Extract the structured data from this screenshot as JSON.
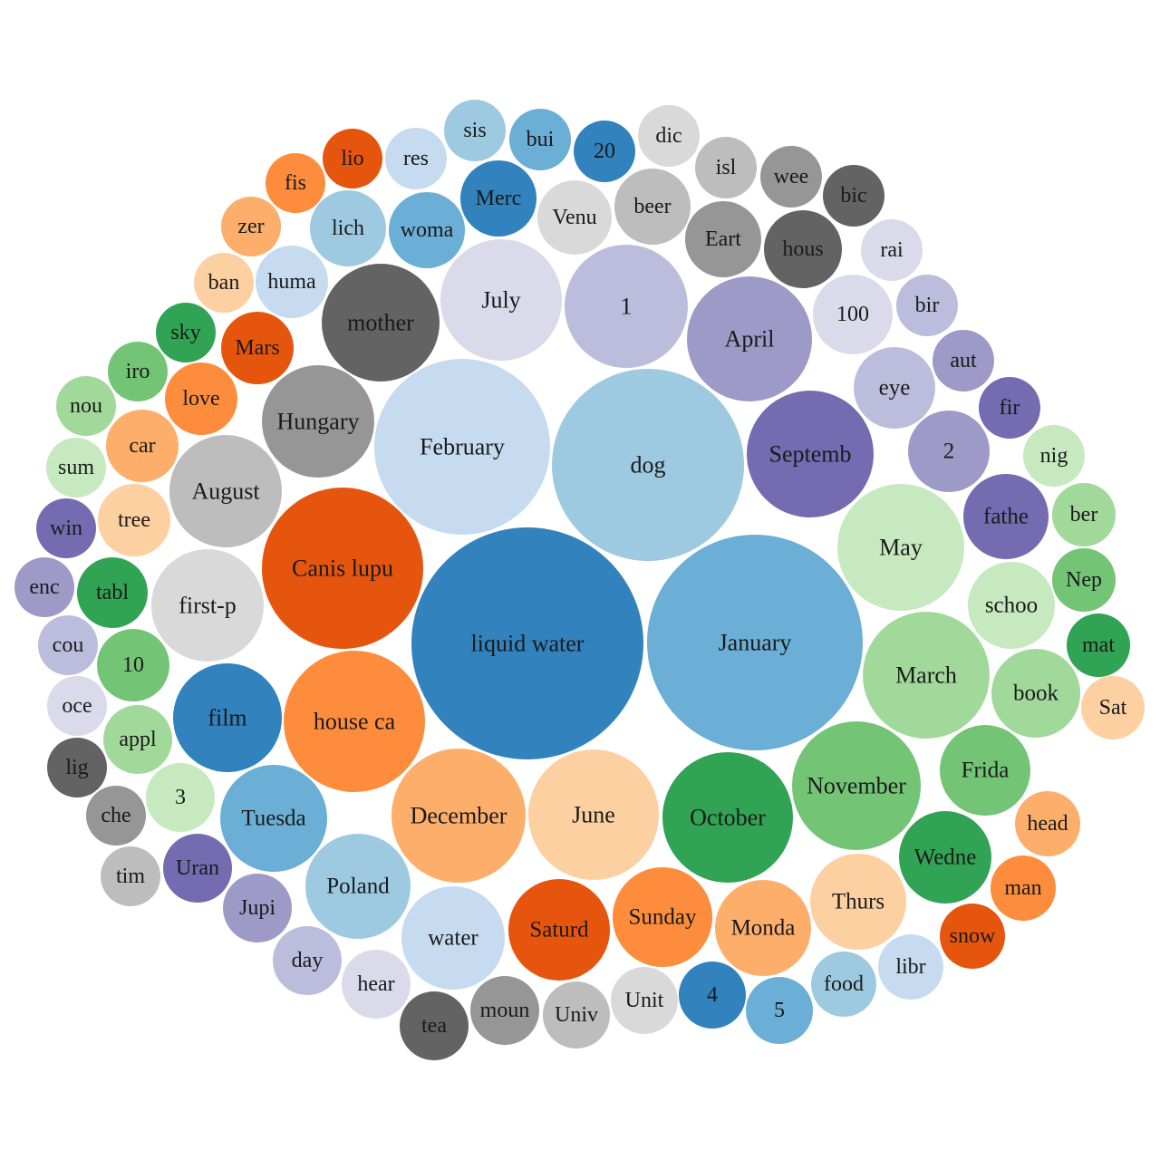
{
  "chart_data": {
    "type": "bubble",
    "bubbles": [
      {
        "label": "liquid water",
        "r": 128,
        "color": "#3182bd"
      },
      {
        "label": "January",
        "r": 119,
        "color": "#6baed6"
      },
      {
        "label": "dog",
        "r": 106,
        "color": "#9ecae1"
      },
      {
        "label": "February",
        "r": 97,
        "color": "#c6dbef"
      },
      {
        "label": "Canis lupu",
        "r": 89,
        "color": "#e6550d"
      },
      {
        "label": "house ca",
        "r": 78,
        "color": "#fd8d3c"
      },
      {
        "label": "December",
        "r": 74,
        "color": "#fdae6b"
      },
      {
        "label": "June",
        "r": 72,
        "color": "#fdd0a2"
      },
      {
        "label": "October",
        "r": 72,
        "color": "#31a354"
      },
      {
        "label": "November",
        "r": 71,
        "color": "#74c476"
      },
      {
        "label": "March",
        "r": 70,
        "color": "#a1d99b"
      },
      {
        "label": "May",
        "r": 70,
        "color": "#c7e9c0"
      },
      {
        "label": "Septemb",
        "r": 70,
        "color": "#756bb1"
      },
      {
        "label": "April",
        "r": 69,
        "color": "#9e9ac8"
      },
      {
        "label": "1",
        "r": 68,
        "color": "#bcbddc"
      },
      {
        "label": "July",
        "r": 67,
        "color": "#dadaeb"
      },
      {
        "label": "mother",
        "r": 65,
        "color": "#636363"
      },
      {
        "label": "Hungary",
        "r": 62,
        "color": "#969696"
      },
      {
        "label": "August",
        "r": 62,
        "color": "#bdbdbd"
      },
      {
        "label": "first-p",
        "r": 62,
        "color": "#d9d9d9"
      },
      {
        "label": "film",
        "r": 60,
        "color": "#3182bd"
      },
      {
        "label": "Tuesda",
        "r": 59,
        "color": "#6baed6"
      },
      {
        "label": "Poland",
        "r": 58,
        "color": "#9ecae1"
      },
      {
        "label": "water",
        "r": 57,
        "color": "#c6dbef"
      },
      {
        "label": "Saturd",
        "r": 56,
        "color": "#e6550d"
      },
      {
        "label": "Sunday",
        "r": 55,
        "color": "#fd8d3c"
      },
      {
        "label": "Monda",
        "r": 53,
        "color": "#fdae6b"
      },
      {
        "label": "Thurs",
        "r": 53,
        "color": "#fdd0a2"
      },
      {
        "label": "Wedne",
        "r": 51,
        "color": "#31a354"
      },
      {
        "label": "Frida",
        "r": 50,
        "color": "#74c476"
      },
      {
        "label": "book",
        "r": 49,
        "color": "#a1d99b"
      },
      {
        "label": "schoo",
        "r": 48,
        "color": "#c7e9c0"
      },
      {
        "label": "fathe",
        "r": 47,
        "color": "#756bb1"
      },
      {
        "label": "2",
        "r": 45,
        "color": "#9e9ac8"
      },
      {
        "label": "eye",
        "r": 45,
        "color": "#bcbddc"
      },
      {
        "label": "100",
        "r": 44,
        "color": "#dadaeb"
      },
      {
        "label": "hous",
        "r": 43,
        "color": "#636363"
      },
      {
        "label": "Eart",
        "r": 42,
        "color": "#969696"
      },
      {
        "label": "beer",
        "r": 42,
        "color": "#bdbdbd"
      },
      {
        "label": "Venu",
        "r": 41,
        "color": "#d9d9d9"
      },
      {
        "label": "Merc",
        "r": 42,
        "color": "#3182bd"
      },
      {
        "label": "woma",
        "r": 42,
        "color": "#6baed6"
      },
      {
        "label": "lich",
        "r": 42,
        "color": "#9ecae1"
      },
      {
        "label": "huma",
        "r": 40,
        "color": "#c6dbef"
      },
      {
        "label": "Mars",
        "r": 40,
        "color": "#e6550d"
      },
      {
        "label": "love",
        "r": 40,
        "color": "#fd8d3c"
      },
      {
        "label": "car",
        "r": 40,
        "color": "#fdae6b"
      },
      {
        "label": "tree",
        "r": 40,
        "color": "#fdd0a2"
      },
      {
        "label": "tabl",
        "r": 39,
        "color": "#31a354"
      },
      {
        "label": "10",
        "r": 40,
        "color": "#74c476"
      },
      {
        "label": "appl",
        "r": 38,
        "color": "#a1d99b"
      },
      {
        "label": "3",
        "r": 38,
        "color": "#c7e9c0"
      },
      {
        "label": "Uran",
        "r": 38,
        "color": "#756bb1"
      },
      {
        "label": "Jupi",
        "r": 38,
        "color": "#9e9ac8"
      },
      {
        "label": "day",
        "r": 38,
        "color": "#bcbddc"
      },
      {
        "label": "hear",
        "r": 38,
        "color": "#dadaeb"
      },
      {
        "label": "tea",
        "r": 38,
        "color": "#636363"
      },
      {
        "label": "moun",
        "r": 38,
        "color": "#969696"
      },
      {
        "label": "Univ",
        "r": 37,
        "color": "#bdbdbd"
      },
      {
        "label": "Unit",
        "r": 37,
        "color": "#d9d9d9"
      },
      {
        "label": "4",
        "r": 37,
        "color": "#3182bd"
      },
      {
        "label": "5",
        "r": 37,
        "color": "#6baed6"
      },
      {
        "label": "food",
        "r": 36,
        "color": "#9ecae1"
      },
      {
        "label": "libr",
        "r": 36,
        "color": "#c6dbef"
      },
      {
        "label": "snow",
        "r": 36,
        "color": "#e6550d"
      },
      {
        "label": "man",
        "r": 36,
        "color": "#fd8d3c"
      },
      {
        "label": "head",
        "r": 36,
        "color": "#fdae6b"
      },
      {
        "label": "Sat",
        "r": 35,
        "color": "#fdd0a2"
      },
      {
        "label": "mat",
        "r": 35,
        "color": "#31a354"
      },
      {
        "label": "Nep",
        "r": 35,
        "color": "#74c476"
      },
      {
        "label": "ber",
        "r": 35,
        "color": "#a1d99b"
      },
      {
        "label": "nig",
        "r": 34,
        "color": "#c7e9c0"
      },
      {
        "label": "fir",
        "r": 34,
        "color": "#756bb1"
      },
      {
        "label": "aut",
        "r": 34,
        "color": "#9e9ac8"
      },
      {
        "label": "bir",
        "r": 34,
        "color": "#bcbddc"
      },
      {
        "label": "rai",
        "r": 34,
        "color": "#dadaeb"
      },
      {
        "label": "bic",
        "r": 34,
        "color": "#636363"
      },
      {
        "label": "wee",
        "r": 34,
        "color": "#969696"
      },
      {
        "label": "isl",
        "r": 34,
        "color": "#bdbdbd"
      },
      {
        "label": "dic",
        "r": 34,
        "color": "#d9d9d9"
      },
      {
        "label": "20",
        "r": 34,
        "color": "#3182bd"
      },
      {
        "label": "bui",
        "r": 34,
        "color": "#6baed6"
      },
      {
        "label": "sis",
        "r": 34,
        "color": "#9ecae1"
      },
      {
        "label": "res",
        "r": 34,
        "color": "#c6dbef"
      },
      {
        "label": "lio",
        "r": 33,
        "color": "#e6550d"
      },
      {
        "label": "fis",
        "r": 33,
        "color": "#fd8d3c"
      },
      {
        "label": "zer",
        "r": 33,
        "color": "#fdae6b"
      },
      {
        "label": "ban",
        "r": 33,
        "color": "#fdd0a2"
      },
      {
        "label": "sky",
        "r": 33,
        "color": "#31a354"
      },
      {
        "label": "iro",
        "r": 33,
        "color": "#74c476"
      },
      {
        "label": "nou",
        "r": 33,
        "color": "#a1d99b"
      },
      {
        "label": "sum",
        "r": 33,
        "color": "#c7e9c0"
      },
      {
        "label": "win",
        "r": 33,
        "color": "#756bb1"
      },
      {
        "label": "enc",
        "r": 33,
        "color": "#9e9ac8"
      },
      {
        "label": "cou",
        "r": 33,
        "color": "#bcbddc"
      },
      {
        "label": "oce",
        "r": 33,
        "color": "#dadaeb"
      },
      {
        "label": "lig",
        "r": 33,
        "color": "#636363"
      },
      {
        "label": "che",
        "r": 33,
        "color": "#969696"
      },
      {
        "label": "tim",
        "r": 33,
        "color": "#bdbdbd"
      }
    ]
  }
}
